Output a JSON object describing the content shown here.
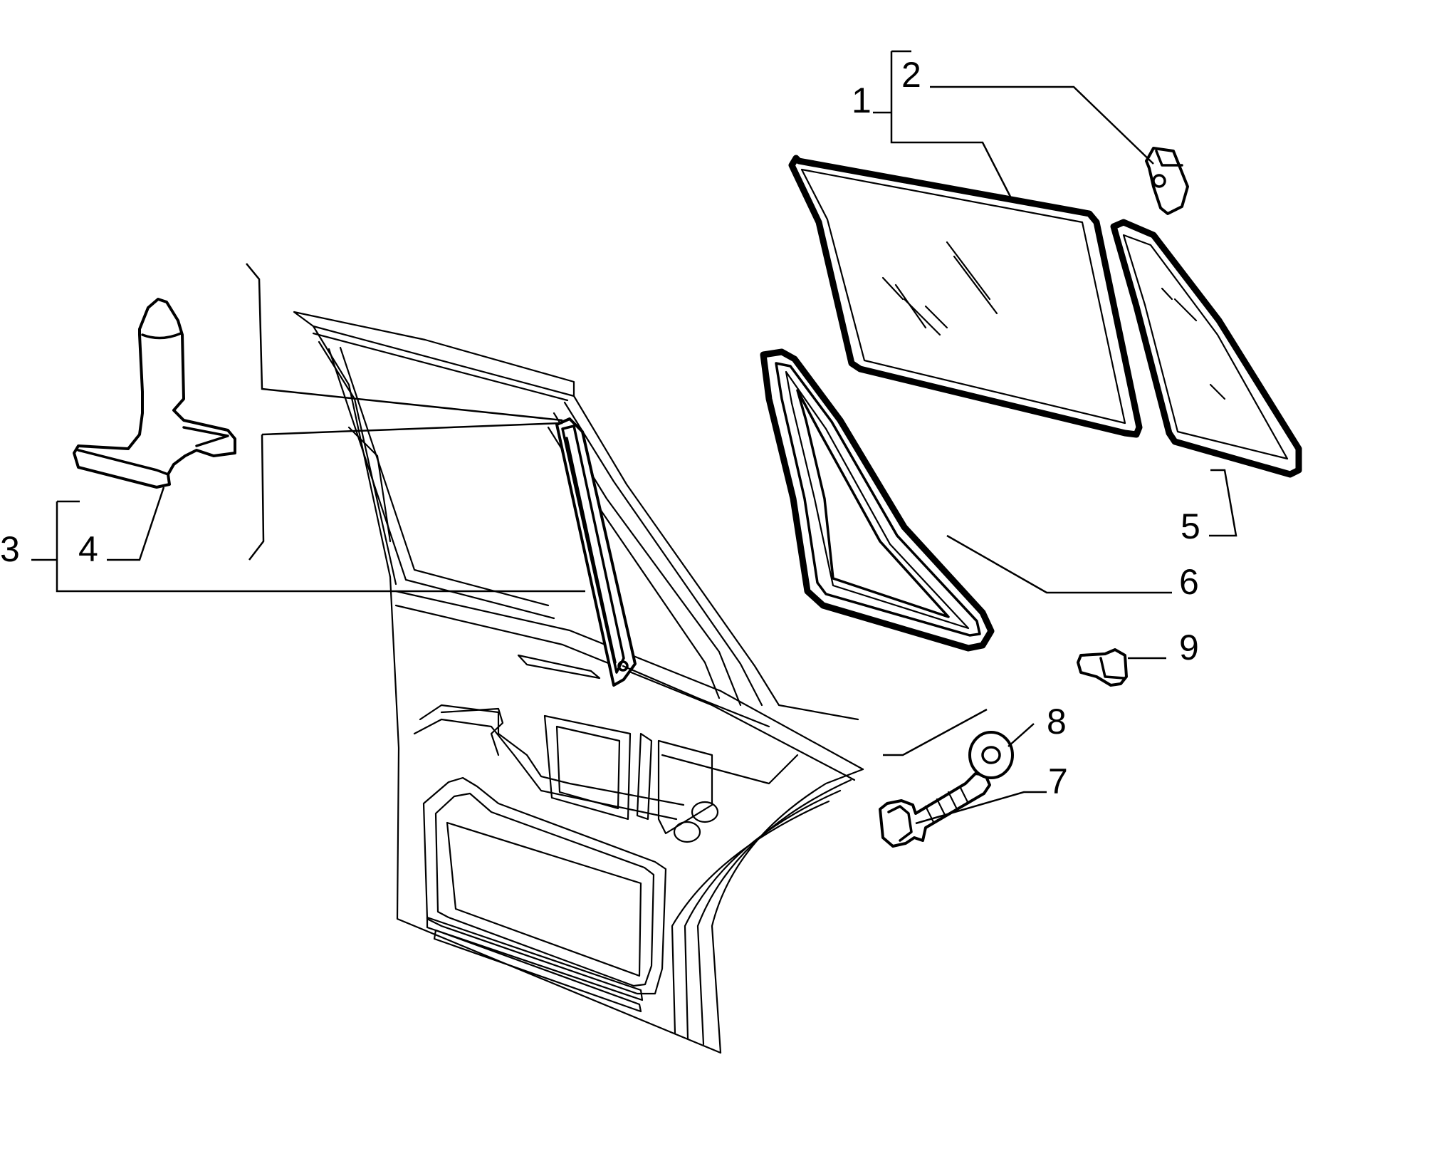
{
  "diagram": {
    "type": "exploded-parts-diagram",
    "line_color": "#000000",
    "background_color": "#ffffff",
    "callouts": [
      {
        "id": "1",
        "label": "1"
      },
      {
        "id": "2",
        "label": "2"
      },
      {
        "id": "3",
        "label": "3"
      },
      {
        "id": "4",
        "label": "4"
      },
      {
        "id": "5",
        "label": "5"
      },
      {
        "id": "6",
        "label": "6"
      },
      {
        "id": "7",
        "label": "7"
      },
      {
        "id": "8",
        "label": "8"
      },
      {
        "id": "9",
        "label": "9"
      }
    ]
  }
}
